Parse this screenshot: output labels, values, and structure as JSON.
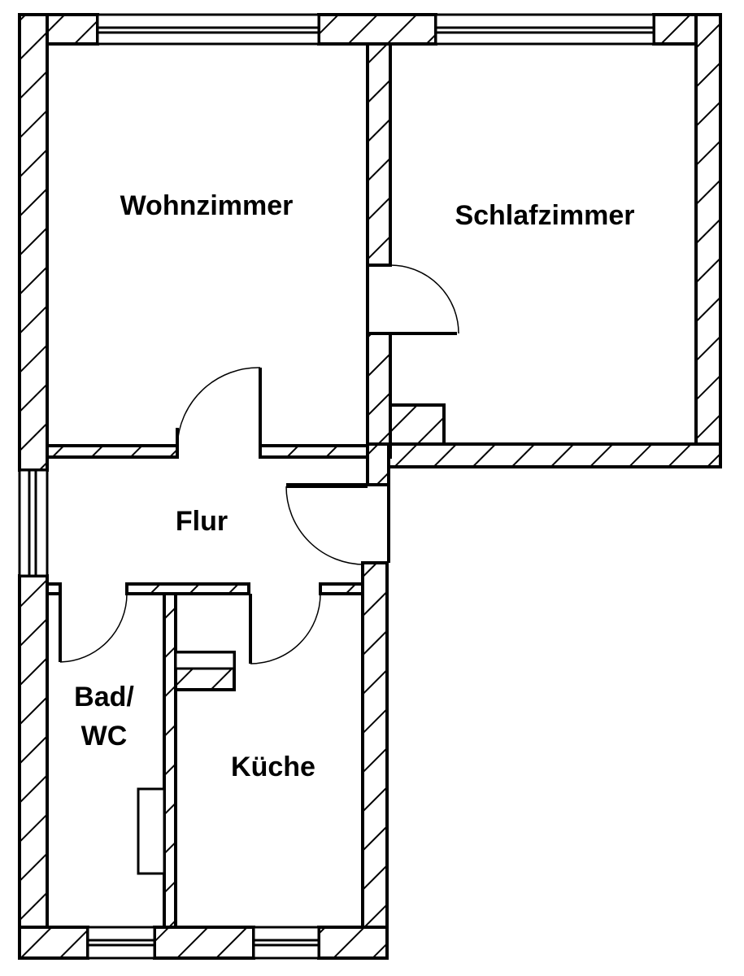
{
  "rooms": {
    "wohnzimmer": "Wohnzimmer",
    "schlafzimmer": "Schlafzimmer",
    "flur": "Flur",
    "bad_line1": "Bad/",
    "bad_line2": "WC",
    "kueche": "Küche"
  },
  "colors": {
    "ink": "#000000",
    "paper": "#ffffff"
  }
}
